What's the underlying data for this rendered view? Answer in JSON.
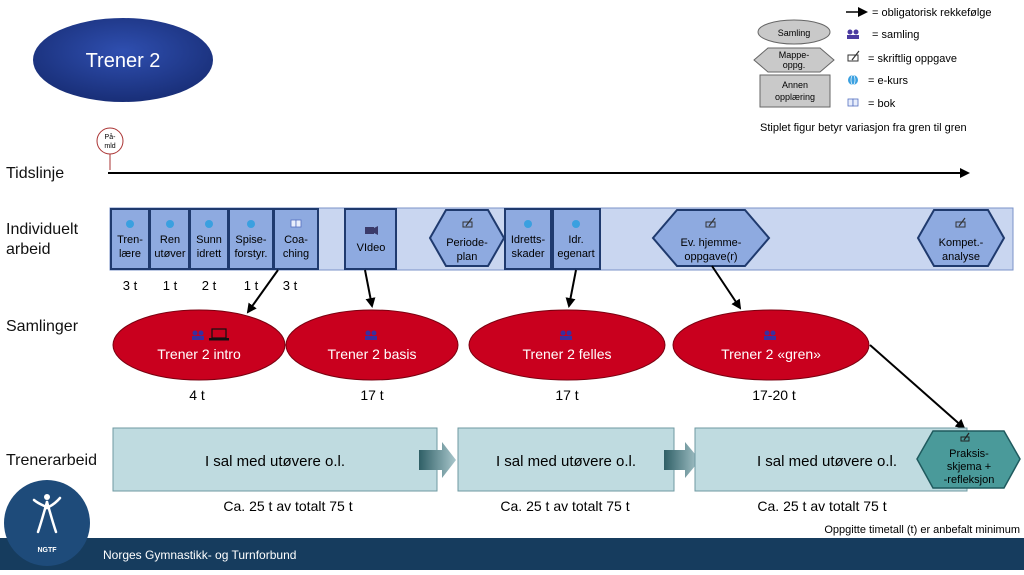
{
  "title": "Trener 2",
  "legend": {
    "shapes": [
      "Samling",
      "Mappe-",
      "oppg.",
      "Annen",
      "opplæring"
    ],
    "items": [
      {
        "icon": "arrow-icon",
        "text": "= obligatorisk rekkefølge"
      },
      {
        "icon": "people-icon",
        "text": "= samling"
      },
      {
        "icon": "writing-icon",
        "text": "= skriftlig oppgave"
      },
      {
        "icon": "globe-icon",
        "text": "= e-kurs"
      },
      {
        "icon": "book-icon",
        "text": "= bok"
      }
    ],
    "note": "Stiplet figur betyr variasjon fra gren til gren"
  },
  "rows": {
    "timeline": "Tidslinje",
    "individual_1": "Individuelt",
    "individual_2": "arbeid",
    "gatherings": "Samlinger",
    "coach_work": "Trenerarbeid"
  },
  "registration": [
    "På-",
    "mld"
  ],
  "individual": {
    "boxes": [
      {
        "icon": "globe-icon",
        "lines": [
          "Tren-",
          "lære"
        ],
        "hours": "3 t"
      },
      {
        "icon": "globe-icon",
        "lines": [
          "Ren",
          "utøver"
        ],
        "hours": "1 t"
      },
      {
        "icon": "globe-icon",
        "lines": [
          "Sunn",
          "idrett"
        ],
        "hours": "2 t"
      },
      {
        "icon": "globe-icon",
        "lines": [
          "Spise-",
          "forstyr."
        ],
        "hours": "1 t"
      },
      {
        "icon": "book-icon",
        "lines": [
          "Coa-",
          "ching"
        ],
        "hours": "3 t"
      }
    ],
    "video": "VIdeo",
    "periodeplan": [
      "Periode-",
      "plan"
    ],
    "idrettsskader": [
      "Idretts-",
      "skader"
    ],
    "egenart": [
      "Idr.",
      "egenart"
    ],
    "hjemmeoppgave": [
      "Ev. hjemme-",
      "oppgave(r)"
    ],
    "kompetanse": [
      "Kompet.-",
      "analyse"
    ]
  },
  "gatherings": [
    {
      "label": "Trener 2 intro",
      "hours": "4 t"
    },
    {
      "label": "Trener 2 basis",
      "hours": "17 t"
    },
    {
      "label": "Trener 2 felles",
      "hours": "17 t"
    },
    {
      "label": "Trener 2 «gren»",
      "hours": "17-20 t"
    }
  ],
  "coach_work": {
    "blocks": [
      {
        "label": "I sal med utøvere o.l.",
        "hours": "Ca. 25 t av totalt 75 t"
      },
      {
        "label": "I sal med utøvere o.l.",
        "hours": "Ca. 25 t av totalt 75 t"
      },
      {
        "label": "I sal med utøvere o.l.",
        "hours": "Ca. 25 t av totalt 75 t"
      }
    ],
    "praksis": [
      "Praksis-",
      "skjema +",
      "-refleksjon"
    ]
  },
  "footnote": "Oppgitte timetall (t) er anbefalt minimum",
  "footer": {
    "org": "Norges Gymnastikk- og Turnforbund",
    "logo_text": "NGTF"
  },
  "colors": {
    "navy": "#1f3a93",
    "red": "#c9001e",
    "lightblue": "#c9d6f0",
    "boxblue": "#8eaae0",
    "teal": "#bfdbe0",
    "footer": "#163c5e"
  }
}
